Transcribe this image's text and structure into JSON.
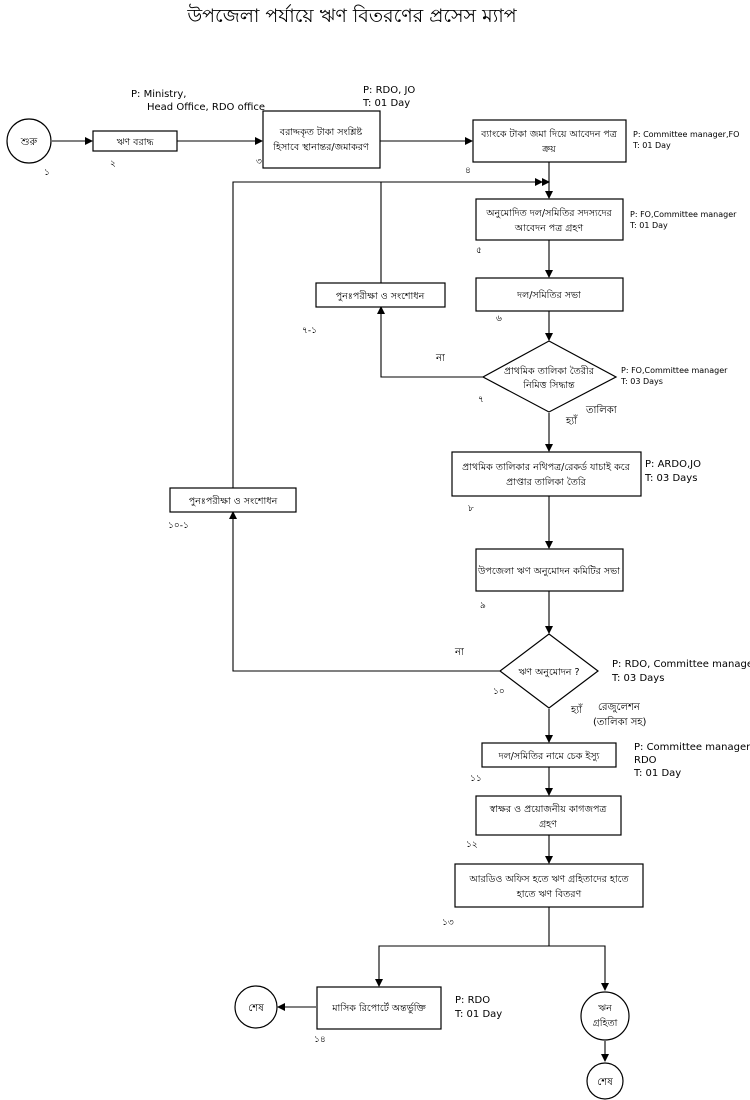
{
  "title": "উপজেলা পর্যায়ে ঋণ বিতরণের প্রসেস ম্যাপ",
  "nodes": {
    "start": {
      "label": "শুরু",
      "num": "১"
    },
    "n2": {
      "label": "ঋণ বরাদ্ধ",
      "num": "২"
    },
    "n3": {
      "line1": "বরাদ্দকৃত টাকা সংশ্লিষ্ট",
      "line2": "হিসাবে স্থানান্তর/জমাকরণ",
      "num": "৩"
    },
    "n4": {
      "line1": "ব্যাংকে টাকা জমা দিয়ে আবেদন পত্র",
      "line2": "ক্রয়",
      "num": "৪"
    },
    "n5": {
      "line1": "অনুমোদিত দল/সমিতির সদস্যদের",
      "line2": "আবেদন পত্র গ্রহণ",
      "num": "৫"
    },
    "n6": {
      "label": "দল/সমিতির সভা",
      "num": "৬"
    },
    "n71": {
      "label": "পুনঃপরীক্ষা ও সংশোধন",
      "num": "৭-১"
    },
    "n7": {
      "line1": "প্রাথমিক তালিকা তৈরীর",
      "line2": "নিমিত্ত সিদ্ধান্ত",
      "num": "৭"
    },
    "n8": {
      "line1": "প্রাথমিক তালিকার নথিপত্র/রেকর্ড যাচাই করে",
      "line2": "প্রাপ্তার তালিকা তৈরি",
      "num": "৮"
    },
    "n101": {
      "label": "পুনঃপরীক্ষা ও সংশোধন",
      "num": "১০-১"
    },
    "n9": {
      "label": "উপজেলা ঋণ অনুমোদন কমিটির সভা",
      "num": "৯"
    },
    "n10": {
      "label": "ঋণ অনুমোদন ?",
      "num": "১০"
    },
    "n11": {
      "label": "দল/সমিতির নামে চেক ইস্যু",
      "num": "১১"
    },
    "n12": {
      "line1": "স্বাক্ষর ও প্রয়োজনীয় কাগজপত্র",
      "line2": "গ্রহণ",
      "num": "১২"
    },
    "n13": {
      "line1": "আরডিও অফিস হতে ঋণ  গ্রহিতাদের হাতে",
      "line2": "হাতে ঋণ  বিতরণ",
      "num": "১৩"
    },
    "n14": {
      "label": "মাসিক রিপোর্টে অন্তর্ভুক্তি",
      "num": "১৪"
    },
    "end1": {
      "label": "শেষ"
    },
    "borrower": {
      "line1": "ঋন",
      "line2": "গ্রহিতা"
    },
    "end2": {
      "label": "শেষ"
    }
  },
  "edge_labels": {
    "no7": "না",
    "yes7": "হ্যাঁ",
    "list7": "তালিকা",
    "no10": "না",
    "yes10": "হ্যাঁ",
    "reg1": "রেজুলেশন",
    "reg2": "(তালিকা সহ)"
  },
  "meta": {
    "m2": {
      "p": "P:  Ministry,",
      "p2": "Head Office, RDO office"
    },
    "m3": {
      "p": "P:  RDO, JO",
      "t": "T:  01 Day"
    },
    "m4": {
      "p": "P:  Committee manager,FO",
      "t": "T:  01 Day"
    },
    "m5": {
      "p": "P:  FO,Committee manager",
      "t": "T:  01 Day"
    },
    "m7": {
      "p": "P:  FO,Committee manager",
      "t": "T:  03 Days"
    },
    "m8": {
      "p": "P: ARDO,JO",
      "t": "T:  03 Days"
    },
    "m10": {
      "p": "P: RDO, Committee manager,",
      "t": "T:  03 Days"
    },
    "m11": {
      "p": "P: Committee manager,",
      "p2": "RDO",
      "t": "T:  01 Day"
    },
    "m14": {
      "p": "P: RDO",
      "t": "T:  01 Day"
    }
  }
}
